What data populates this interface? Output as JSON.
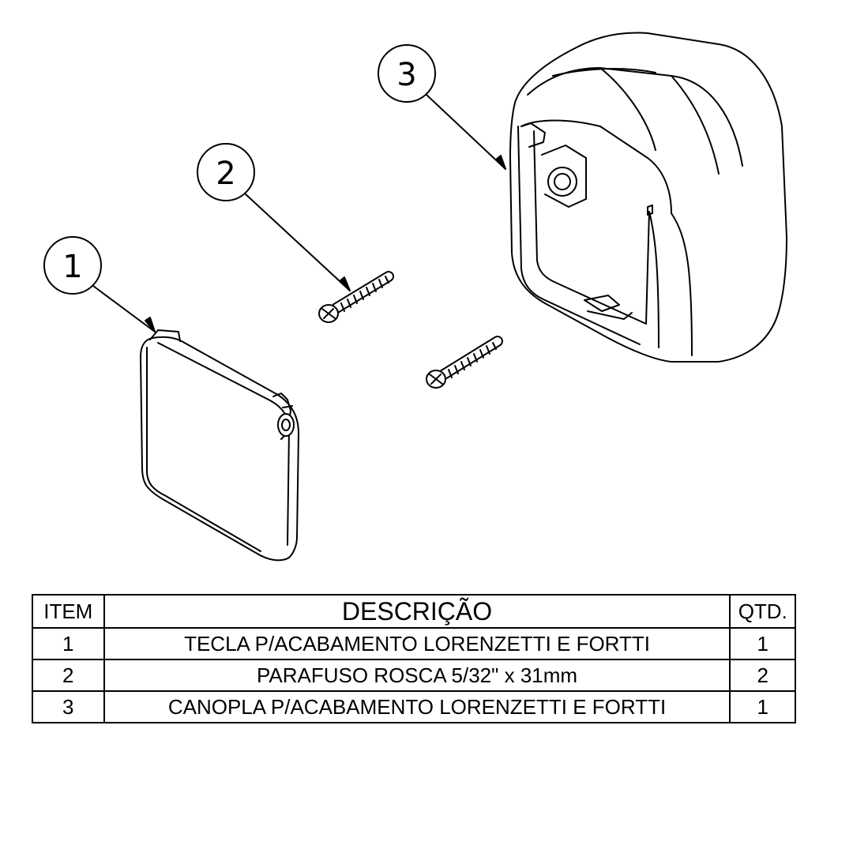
{
  "callouts": [
    {
      "number": "1"
    },
    {
      "number": "2"
    },
    {
      "number": "3"
    }
  ],
  "table": {
    "headers": {
      "item": "ITEM",
      "description": "DESCRIÇÃO",
      "qty": "QTD."
    },
    "rows": [
      {
        "item": "1",
        "description": "TECLA P/ACABAMENTO LORENZETTI E FORTTI",
        "qty": "1"
      },
      {
        "item": "2",
        "description": "PARAFUSO ROSCA 5/32\" x 31mm",
        "qty": "2"
      },
      {
        "item": "3",
        "description": "CANOPLA P/ACABAMENTO LORENZETTI E FORTTI",
        "qty": "1"
      }
    ]
  }
}
